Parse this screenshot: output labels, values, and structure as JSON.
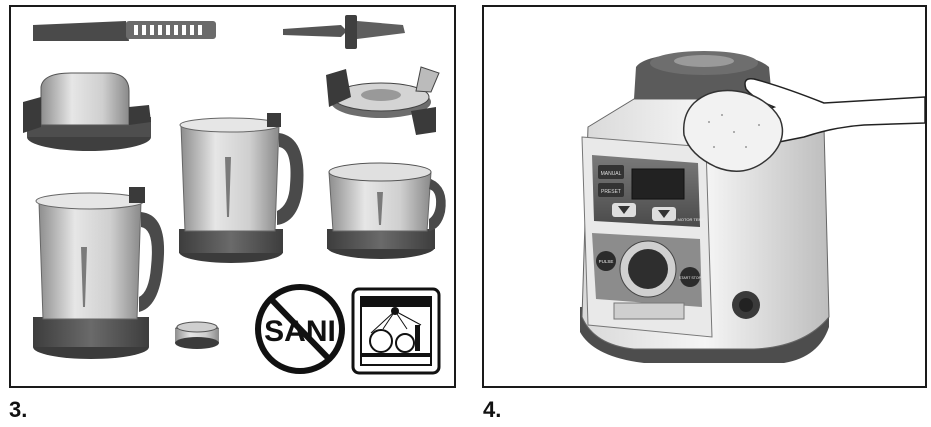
{
  "steps": {
    "left_label": "3.",
    "right_label": "4."
  },
  "left_panel": {
    "no_sanitize_text": "SANI"
  },
  "blender_display": {
    "btn_manual": "MANUAL",
    "btn_preset": "PRESET",
    "readout_side": "MOTOR TEMP",
    "btn_pulse": "PULSE",
    "btn_start": "START STOP"
  },
  "colors": {
    "dark_part": "#5a5a5a",
    "steel": "#c9c9c9",
    "outline": "#1a1a1a"
  }
}
